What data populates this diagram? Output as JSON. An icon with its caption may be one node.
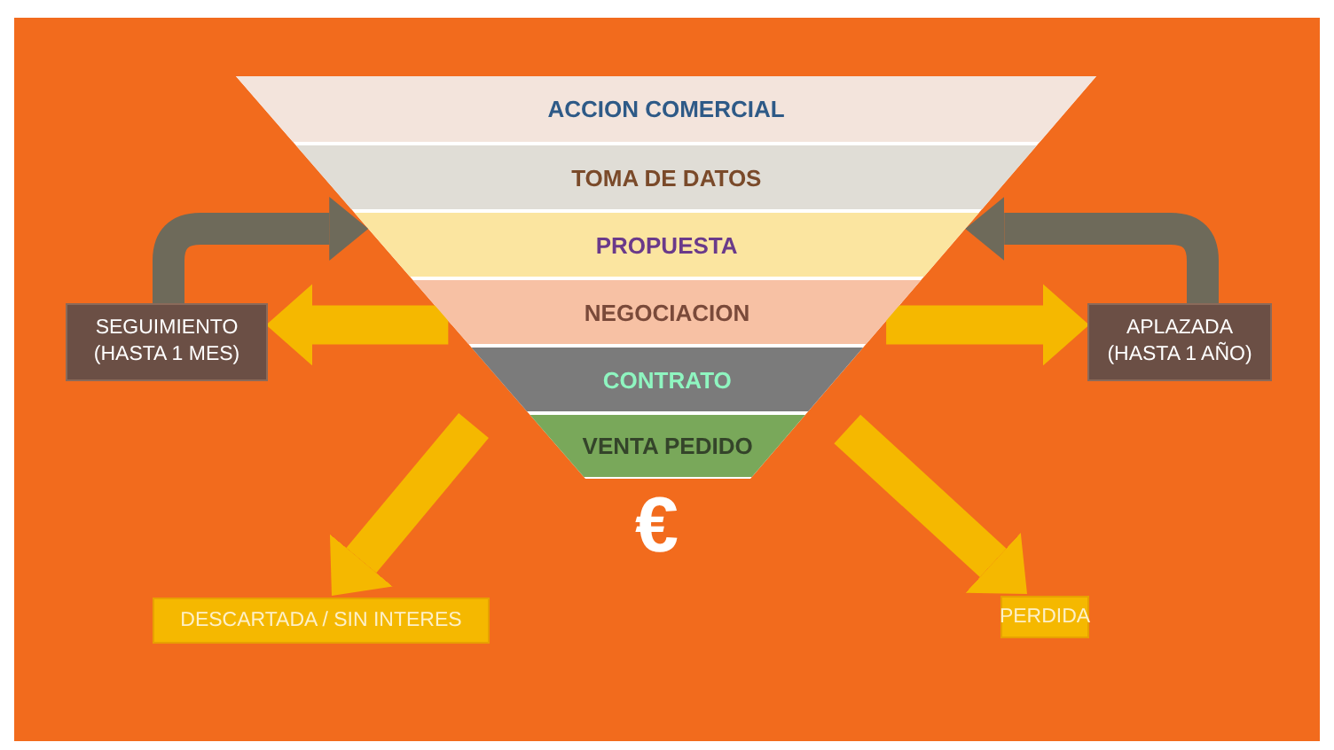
{
  "diagram": {
    "nodes": [
      {
        "text": [
          "ACCION COMERCIAL"
        ]
      },
      {
        "text": [
          "TOMA DE DATOS"
        ]
      },
      {
        "text": [
          "PROPUESTA"
        ]
      },
      {
        "text": [
          "NEGOCIACION"
        ]
      },
      {
        "text": [
          "CONTRATO"
        ]
      },
      {
        "text": [
          "VENTA PEDIDO"
        ]
      },
      {
        "text": [
          "SEGUIMIENTO (HASTA 1 MES)"
        ]
      },
      {
        "text": [
          "APLAZADA (HASTA 1 AÑO)"
        ]
      },
      {
        "text": [
          "DESCARTADA / SIN INTERES"
        ]
      },
      {
        "text": [
          "PERDIDA"
        ]
      }
    ],
    "edges": [
      {
        "from": 3,
        "to": 6,
        "arrow": "to",
        "color": "#f5b800"
      },
      {
        "from": 6,
        "to": 2,
        "arrow": "to",
        "color": "#6e6a5a"
      },
      {
        "from": 3,
        "to": 7,
        "arrow": "to",
        "color": "#f5b800"
      },
      {
        "from": 7,
        "to": 2,
        "arrow": "to",
        "color": "#6e6a5a"
      },
      {
        "from": 4,
        "to": 8,
        "arrow": "to",
        "color": "#f5b800"
      },
      {
        "from": 4,
        "to": 9,
        "arrow": "to",
        "color": "#f5b800"
      }
    ],
    "labels": [
      "€"
    ]
  }
}
